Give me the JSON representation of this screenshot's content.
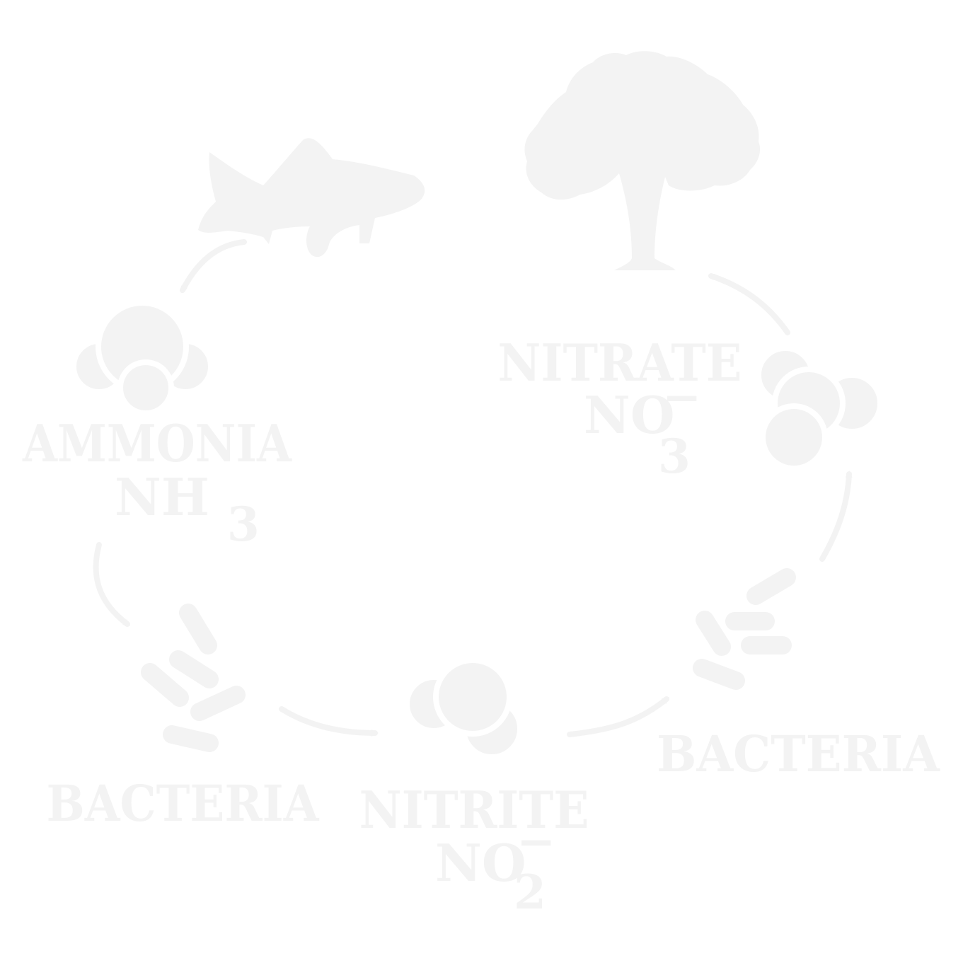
{
  "colors": {
    "fill": "#f3f3f3",
    "background": "#ffffff"
  },
  "stages": {
    "fish": {
      "icon": "fish-icon"
    },
    "ammonia": {
      "name": "AMMONIA",
      "formula_main": "NH",
      "formula_sub": "3",
      "icon": "ammonia-molecule-icon"
    },
    "bacteria_left": {
      "name": "BACTERIA",
      "icon": "bacteria-icon"
    },
    "nitrite": {
      "name": "NITRITE",
      "formula_main": "NO",
      "formula_sub": "2",
      "formula_sup": "−",
      "icon": "nitrite-molecule-icon"
    },
    "bacteria_right": {
      "name": "BACTERIA",
      "icon": "bacteria-icon"
    },
    "nitrate": {
      "name": "NITRATE",
      "formula_main": "NO",
      "formula_sub": "3",
      "formula_sup": "−",
      "icon": "nitrate-molecule-icon"
    },
    "plant": {
      "icon": "tree-icon"
    }
  }
}
